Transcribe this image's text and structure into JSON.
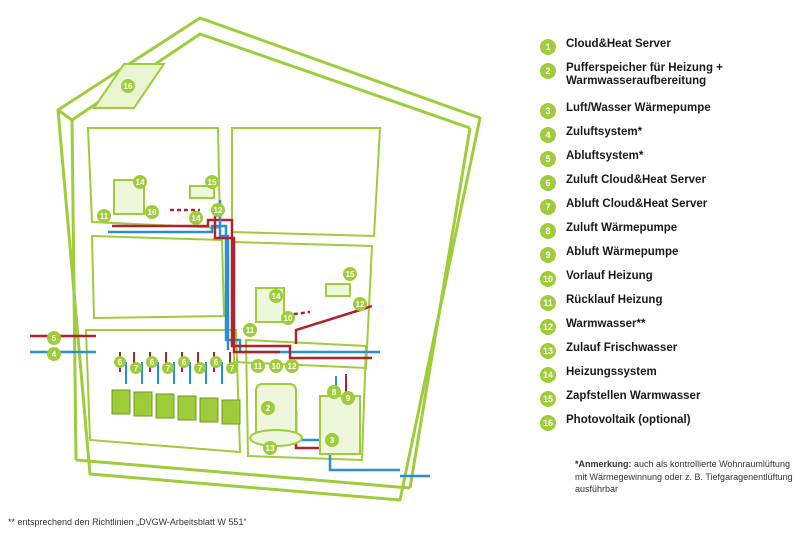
{
  "colors": {
    "green": "#9fcc3b",
    "red": "#b0232e",
    "blue": "#2a8fd0"
  },
  "legend": [
    {
      "num": "1",
      "label": "Cloud&Heat Server"
    },
    {
      "num": "2",
      "label": "Pufferspeicher für Heizung + Warmwasseraufbereitung"
    },
    {
      "num": "3",
      "label": "Luft/Wasser Wärmepumpe"
    },
    {
      "num": "4",
      "label": "Zuluftsystem*"
    },
    {
      "num": "5",
      "label": "Abluftsystem*"
    },
    {
      "num": "6",
      "label": "Zuluft Cloud&Heat Server"
    },
    {
      "num": "7",
      "label": "Abluft Cloud&Heat Server"
    },
    {
      "num": "8",
      "label": "Zuluft Wärmepumpe"
    },
    {
      "num": "9",
      "label": "Abluft Wärmepumpe"
    },
    {
      "num": "10",
      "label": "Vorlauf Heizung"
    },
    {
      "num": "11",
      "label": "Rücklauf Heizung"
    },
    {
      "num": "12",
      "label": "Warmwasser**"
    },
    {
      "num": "13",
      "label": "Zulauf Frischwasser"
    },
    {
      "num": "14",
      "label": "Heizungssystem"
    },
    {
      "num": "15",
      "label": "Zapfstellen Warmwasser"
    },
    {
      "num": "16",
      "label": "Photovoltaik (optional)"
    }
  ],
  "note": {
    "head": "*Anmerkung:",
    "text": "auch als kontrollierte Wohnraumlüftung mit Wärmegewinnung oder z. B. Tiefgaragenentlüftung ausführbar"
  },
  "footnote": "** entsprechend den Richtlinien „DVGW-Arbeitsblatt W 551“"
}
